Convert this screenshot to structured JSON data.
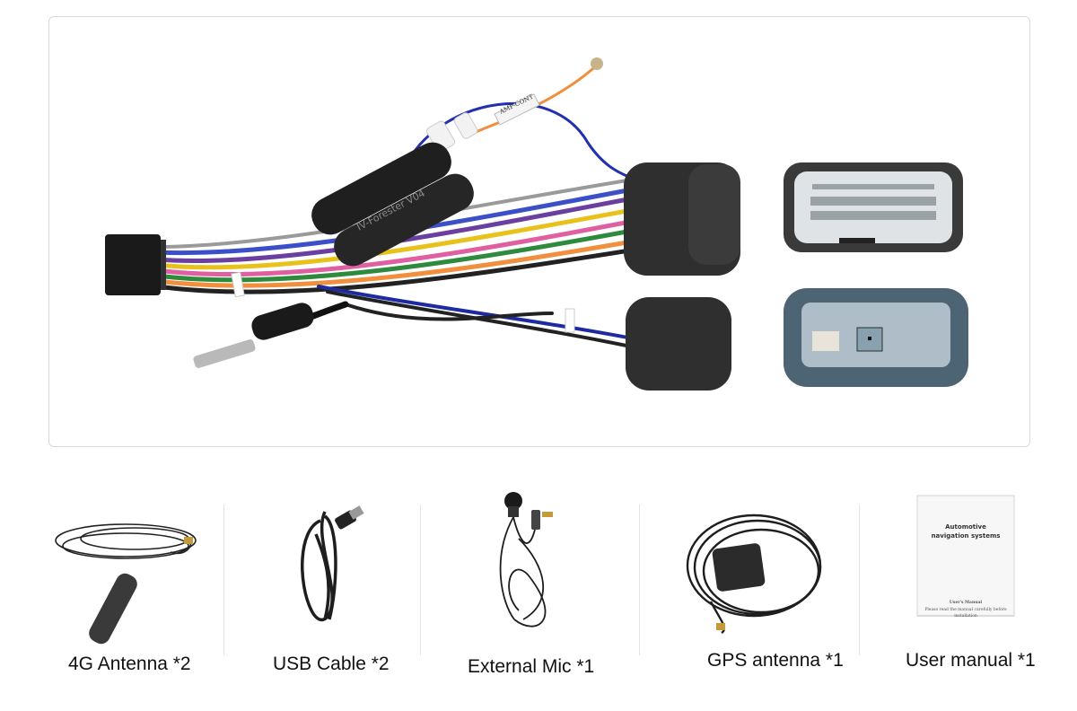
{
  "harness": {
    "tag_label": "AMP-CONT",
    "filter_label": "IV-Forester V04"
  },
  "accessories": [
    {
      "label": "4G Antenna *2",
      "icon": "4g-antenna-icon"
    },
    {
      "label": "USB Cable *2",
      "icon": "usb-cable-icon"
    },
    {
      "label": "External Mic *1",
      "icon": "microphone-icon"
    },
    {
      "label": "GPS antenna *1",
      "icon": "gps-antenna-icon"
    },
    {
      "label": "User manual *1",
      "icon": "manual-icon"
    }
  ],
  "manual": {
    "title": "Automotive navigation systems",
    "footer_title": "User's Manual",
    "footer_note": "Please read the manual carefully before installation"
  },
  "colors": {
    "frame_border": "#d9d9d9",
    "connector_gray": "#c8cfd3",
    "foam_black": "#2c2c2c"
  }
}
